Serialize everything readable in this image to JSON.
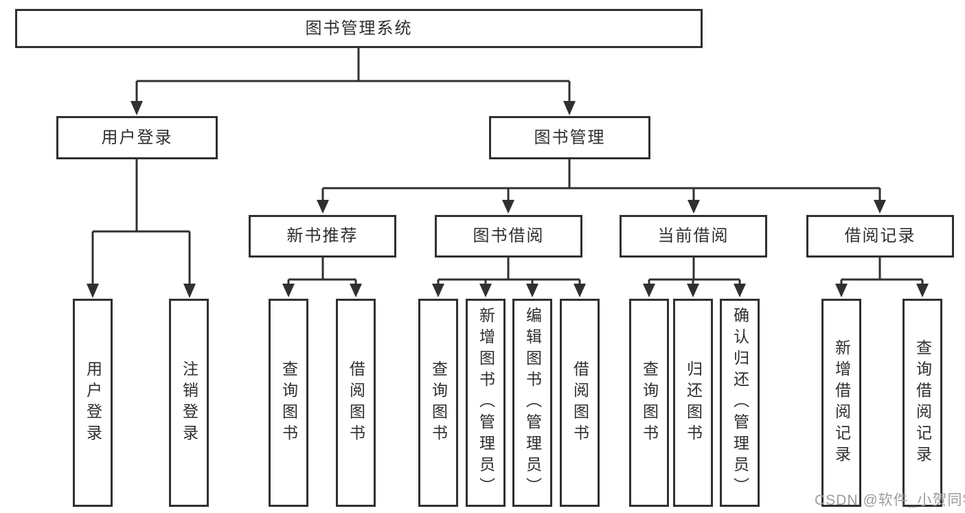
{
  "tree": {
    "label": "图书管理系统",
    "children": [
      {
        "label": "用户登录",
        "children": [
          {
            "label": "用户登录"
          },
          {
            "label": "注销登录"
          }
        ]
      },
      {
        "label": "图书管理",
        "children": [
          {
            "label": "新书推荐",
            "children": [
              {
                "label": "查询图书"
              },
              {
                "label": "借阅图书"
              }
            ]
          },
          {
            "label": "图书借阅",
            "children": [
              {
                "label": "查询图书"
              },
              {
                "label": "新增图书（管理员）"
              },
              {
                "label": "编辑图书（管理员）"
              },
              {
                "label": "借阅图书"
              }
            ]
          },
          {
            "label": "当前借阅",
            "children": [
              {
                "label": "查询图书"
              },
              {
                "label": "归还图书"
              },
              {
                "label": "确认归还（管理员）"
              }
            ]
          },
          {
            "label": "借阅记录",
            "children": [
              {
                "label": "新增借阅记录"
              },
              {
                "label": "查询借阅记录"
              }
            ]
          }
        ]
      }
    ]
  },
  "watermark": {
    "text": "CSDN @软件_小贺同学"
  },
  "colors": {
    "line": "#303030",
    "text": "#2e2e2e",
    "watermark": "#9d9d9d",
    "background": "#ffffff"
  }
}
